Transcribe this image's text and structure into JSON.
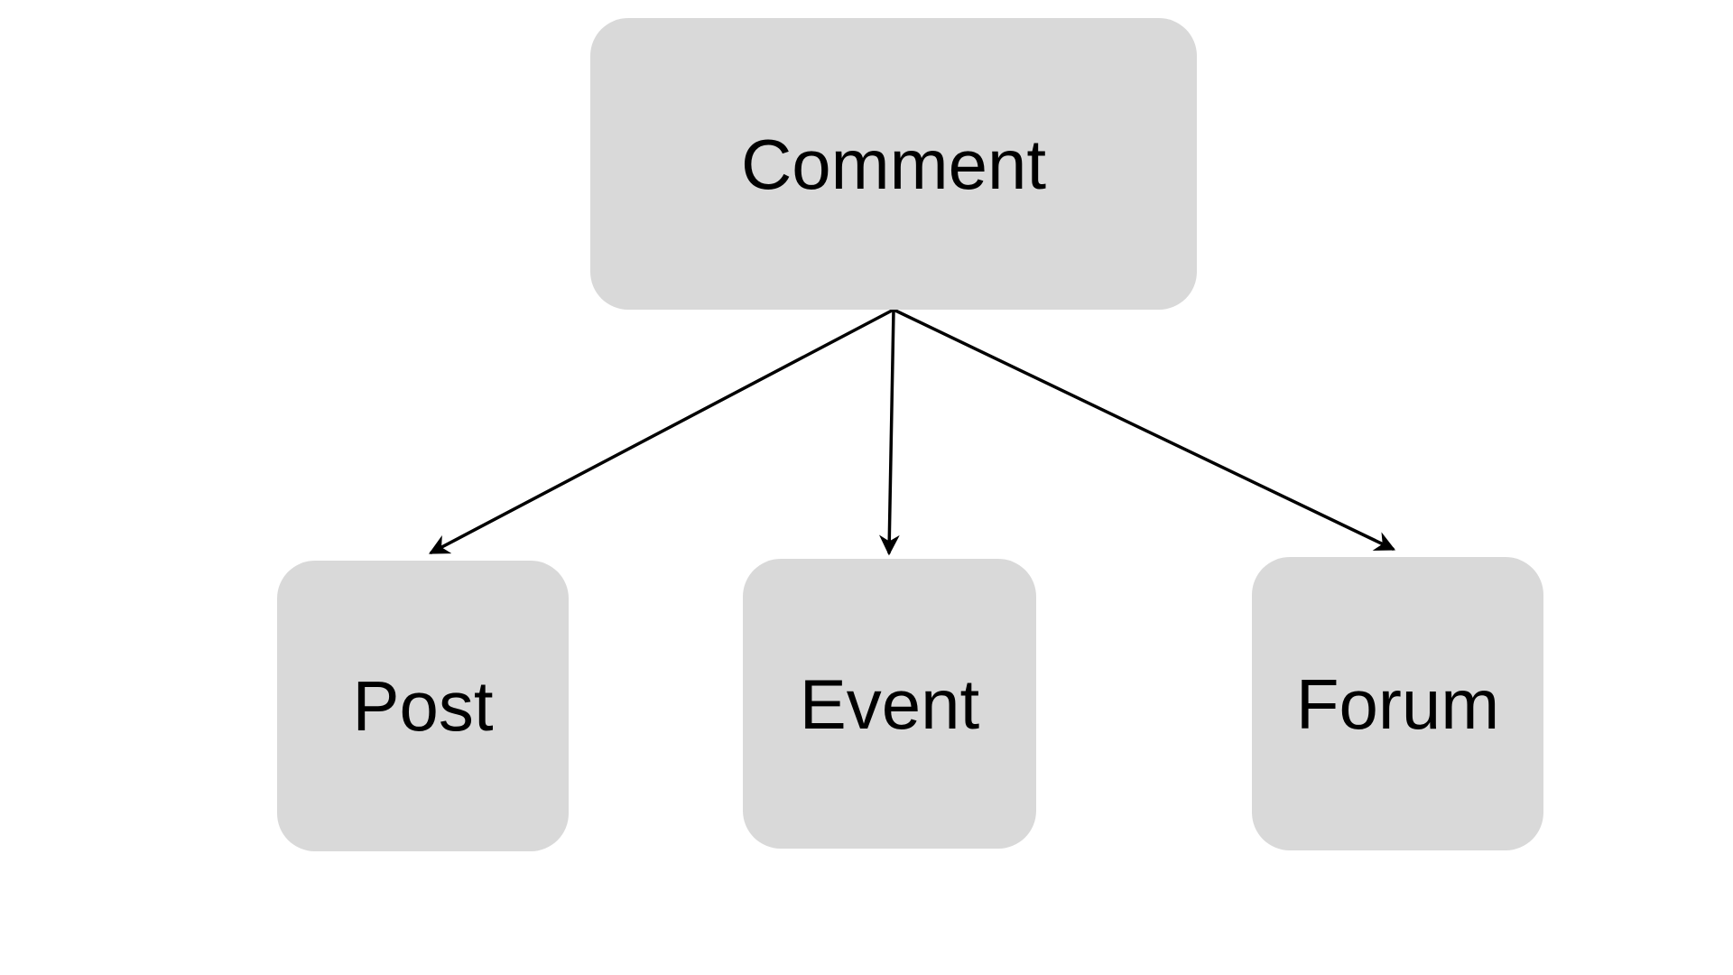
{
  "colors": {
    "background": "#ffffff",
    "node_fill": "#d9d9d9",
    "node_text": "#000000",
    "arrow": "#000000"
  },
  "diagram": {
    "type": "tree",
    "root": {
      "id": "comment",
      "label": "Comment"
    },
    "children": [
      {
        "id": "post",
        "label": "Post"
      },
      {
        "id": "event",
        "label": "Event"
      },
      {
        "id": "forum",
        "label": "Forum"
      }
    ],
    "edges": [
      {
        "from": "comment",
        "to": "post",
        "arrowhead": "filled"
      },
      {
        "from": "comment",
        "to": "event",
        "arrowhead": "filled"
      },
      {
        "from": "comment",
        "to": "forum",
        "arrowhead": "filled"
      }
    ]
  }
}
